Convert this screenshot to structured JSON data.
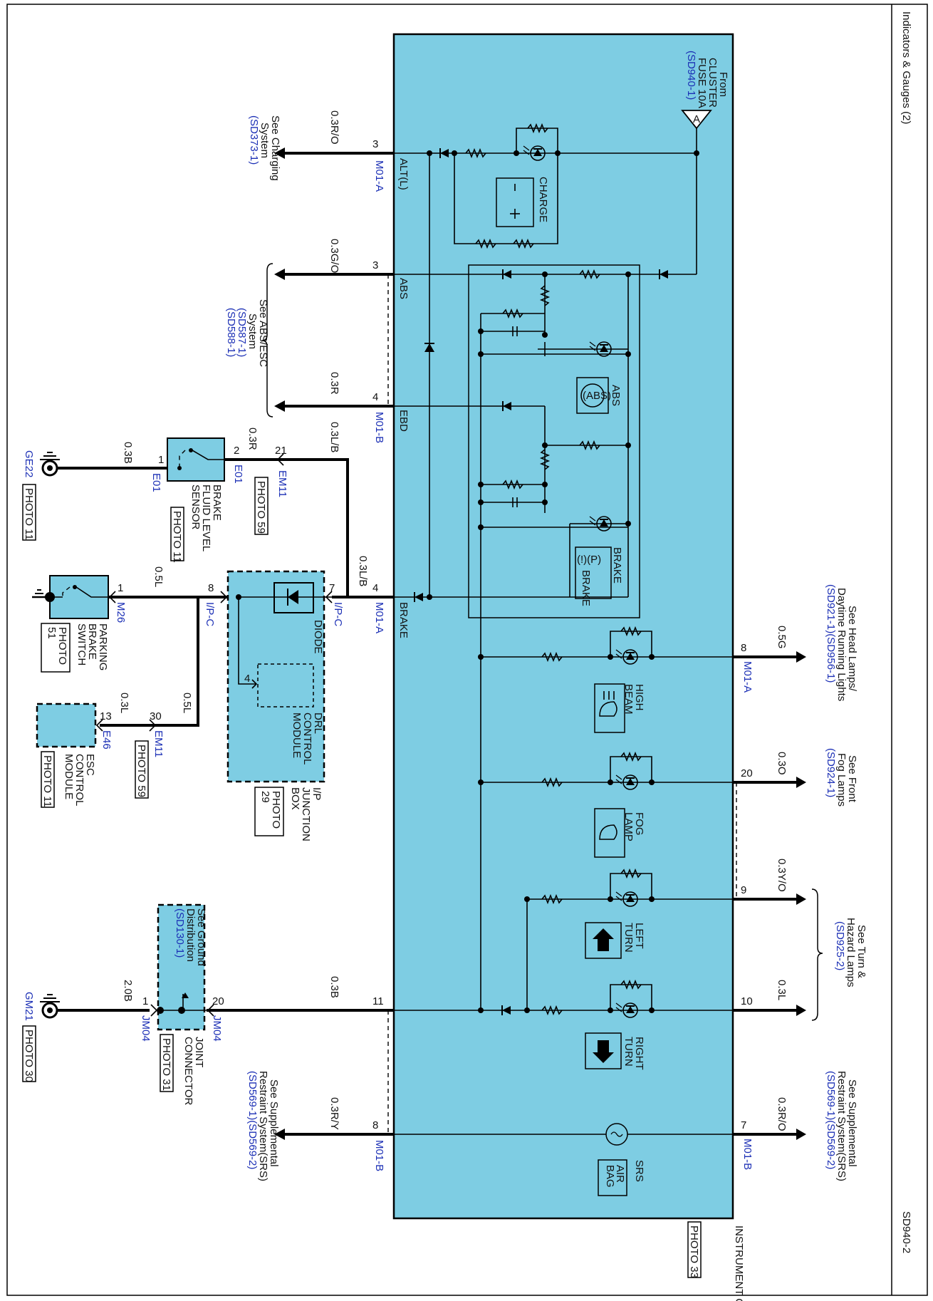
{
  "sheet": {
    "title": "Indicators & Gauges (2)",
    "sheet_id": "SD940-2"
  },
  "cluster": {
    "name": "INSTRUMENT CLUSTER",
    "photo": "PHOTO 33",
    "fuse_ref": [
      "From",
      "CLUSTER",
      "FUSE 10A",
      "(SD940-1)"
    ],
    "fuse_node": "A",
    "fill_color": "#7ecde3",
    "lamps": {
      "charge": "CHARGE",
      "abs": "ABS",
      "abs_symbol": "(ABS)",
      "brake": "BRAKE",
      "brake_symbol": "(!)(P)",
      "brake_text": "BRAKE",
      "high_beam": [
        "HIGH",
        "BEAM"
      ],
      "fog_lamp": [
        "FOG",
        "LAMP"
      ],
      "left_turn": [
        "LEFT",
        "TURN"
      ],
      "right_turn": [
        "RIGHT",
        "TURN"
      ],
      "srs": "SRS",
      "airbag": [
        "AIR",
        "BAG"
      ]
    },
    "inner_pins": {
      "alt": "ALT(L)",
      "abs": "ABS",
      "ebd": "EBD",
      "brake": "BRAKE"
    }
  },
  "left_circuits": {
    "alt": {
      "pin": "3",
      "conn": "M01-A",
      "wire": "0.3R/O",
      "ref": [
        "See Charging",
        "System",
        "(SD373-1)"
      ]
    },
    "abs": {
      "pin": "3",
      "wire": "0.3G/O"
    },
    "ebd": {
      "pin": "4",
      "conn": "M01-B",
      "wire": "0.3R"
    },
    "abs_ref": [
      "See ABS/ESC",
      "System",
      "(SD587-1)",
      "(SD588-1)"
    ],
    "brake": {
      "pin": "4",
      "conn": "M01-A",
      "wire": "0.3L/B"
    },
    "ground": {
      "pin": "11",
      "wire": "0.3B"
    },
    "srs": {
      "pin": "8",
      "conn": "M01-B",
      "wire": "0.3R/Y",
      "ref": [
        "See Supplemental",
        "Restraint System(SRS)",
        "(SD569-1)(SD569-2)"
      ]
    }
  },
  "right_circuits": {
    "head": {
      "pin": "8",
      "conn": "M01-A",
      "wire": "0.5G",
      "ref": [
        "See Head Lamps/",
        "Daytime Running Lights",
        "(SD921-1)(SD956-1)"
      ]
    },
    "fog": {
      "pin": "20",
      "wire": "0.3O",
      "ref": [
        "See Front",
        "Fog Lamps",
        "(SD924-1)"
      ]
    },
    "left_turn": {
      "pin": "9",
      "wire": "0.3Y/O"
    },
    "right_turn": {
      "pin": "10",
      "wire": "0.3L"
    },
    "turn_ref": [
      "See Turn &",
      "Hazard Lamps",
      "(SD925-2)"
    ],
    "srs": {
      "pin": "7",
      "conn": "M01-B",
      "wire": "0.3R/O",
      "ref": [
        "See Supplemental",
        "Restraint System(SRS)",
        "(SD569-1)(SD569-2)"
      ]
    }
  },
  "brake_fluid_sensor": {
    "name": [
      "BRAKE",
      "FLUID LEVEL",
      "SENSOR"
    ],
    "photo": "PHOTO 11",
    "conn": "E01",
    "pin_sensor": "2",
    "pin_ground": "1",
    "wire_em11": "0.3R",
    "wire_ground": "0.3B",
    "em11_pin": "21",
    "em11_conn": "EM11",
    "em11_photo": "PHOTO 59",
    "ground_id": "GE22",
    "ground_photo": "PHOTO 11"
  },
  "ip_junction": {
    "name": [
      "I/P",
      "JUNCTION",
      "BOX"
    ],
    "photo": [
      "PHOTO",
      "29"
    ],
    "pin_in": "7",
    "pin_out": "8",
    "conn_in": "I/P-C",
    "conn_out": "I/P-C",
    "wire_in": "0.3L/B",
    "diode": "DIODE",
    "drl": [
      "DRL",
      "CONTROL",
      "MODULE"
    ],
    "drl_pin": "4"
  },
  "parking_switch": {
    "name": [
      "PARKING",
      "BRAKE",
      "SWITCH"
    ],
    "photo": [
      "PHOTO",
      "51"
    ],
    "pin": "1",
    "conn": "M26",
    "wire": "0.5L"
  },
  "esc_module": {
    "name": [
      "ESC",
      "CONTROL",
      "MODULE"
    ],
    "photo": "PHOTO 11",
    "pin": "13",
    "conn": "E46",
    "wire": "0.3L",
    "em11_pin": "30",
    "em11_conn": "EM11",
    "em11_photo": "PHOTO 59",
    "wire_em11": "0.5L"
  },
  "joint_connector": {
    "name": [
      "JOINT",
      "CONNECTOR"
    ],
    "photo": "PHOTO 31",
    "ref": [
      "See Ground",
      "Distribution",
      "(SD130-1)"
    ],
    "pin_in": "20",
    "pin_gnd": "1",
    "conn": "JM04",
    "wire_gnd": "2.0B",
    "ground_id": "GM21",
    "ground_photo": "PHOTO 30"
  }
}
